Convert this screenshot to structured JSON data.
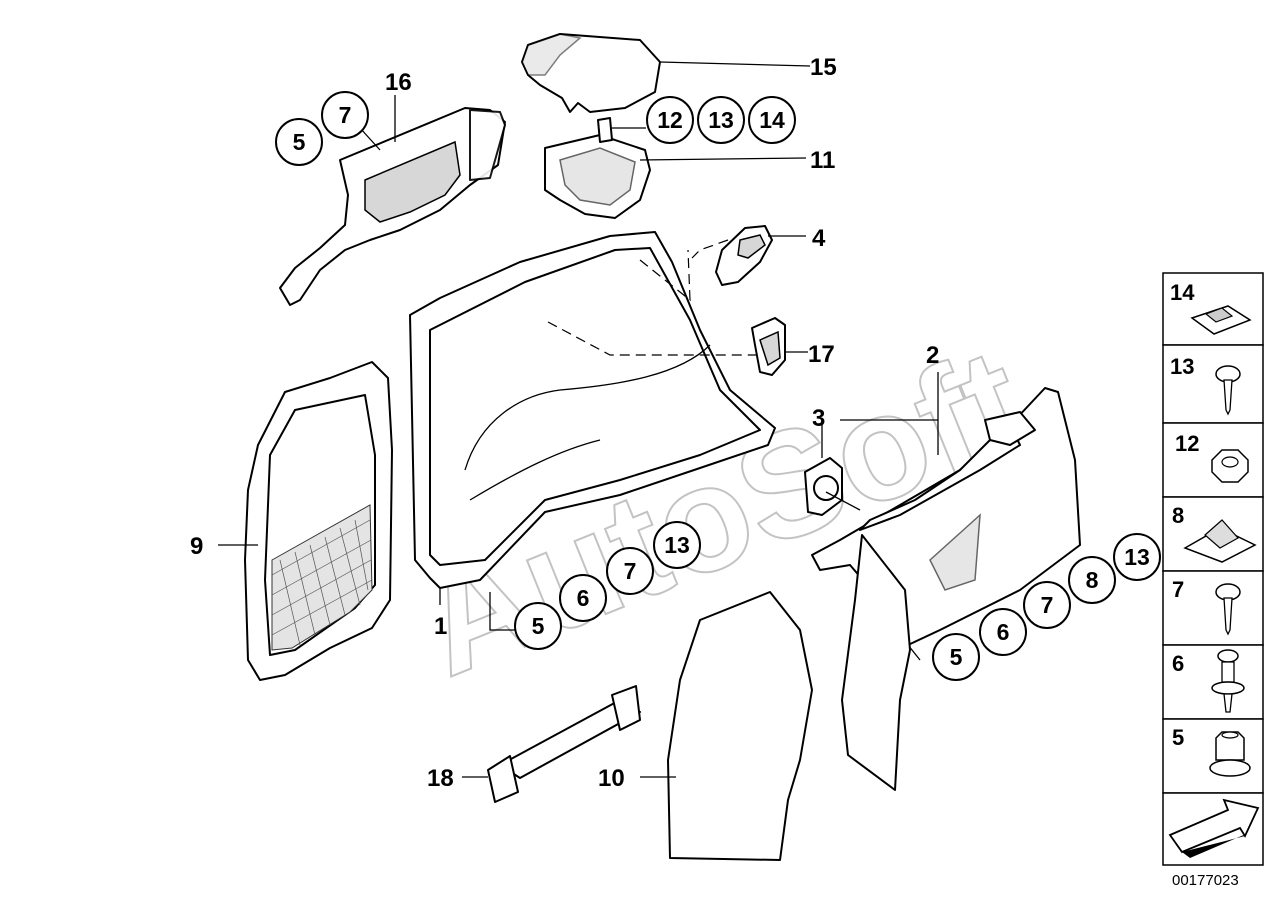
{
  "diagram": {
    "watermark": "AutoSoft",
    "diagram_id": "00177023",
    "callouts": [
      "1",
      "2",
      "3",
      "4",
      "9",
      "10",
      "11",
      "15",
      "16",
      "17",
      "18"
    ],
    "circled": {
      "top_left": [
        "5",
        "7"
      ],
      "top_mid": [
        "12",
        "13",
        "14"
      ],
      "mid": [
        "5",
        "6",
        "7",
        "13"
      ],
      "right": [
        "5",
        "6",
        "7",
        "8",
        "13"
      ]
    },
    "legend": [
      "14",
      "13",
      "12",
      "8",
      "7",
      "6",
      "5"
    ]
  }
}
